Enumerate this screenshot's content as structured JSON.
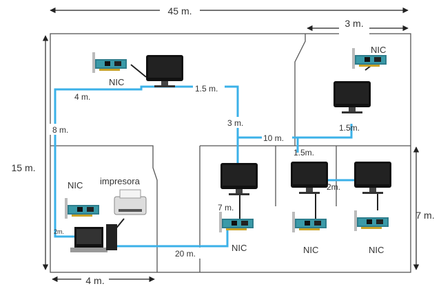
{
  "dimensions": {
    "total_width": "45 m.",
    "right_width": "3 m.",
    "total_height": "15 m.",
    "right_height": "7 m.",
    "bottom_left_width": "4 m."
  },
  "segments": {
    "s4": "4 m.",
    "s15": "1.5 m.",
    "s8": "8 m.",
    "s3": "3 m.",
    "s10": "10 m.",
    "s15b": "1.5m.",
    "s15c": "1.5m.",
    "s2": "2m.",
    "s7": "7 m.",
    "s20": "20 m.",
    "s2small": "2m."
  },
  "labels": {
    "nic": "NIC",
    "printer": "impresora"
  },
  "colors": {
    "cable": "#3bb1e8",
    "wall": "#555555",
    "black_cable": "#222222"
  }
}
